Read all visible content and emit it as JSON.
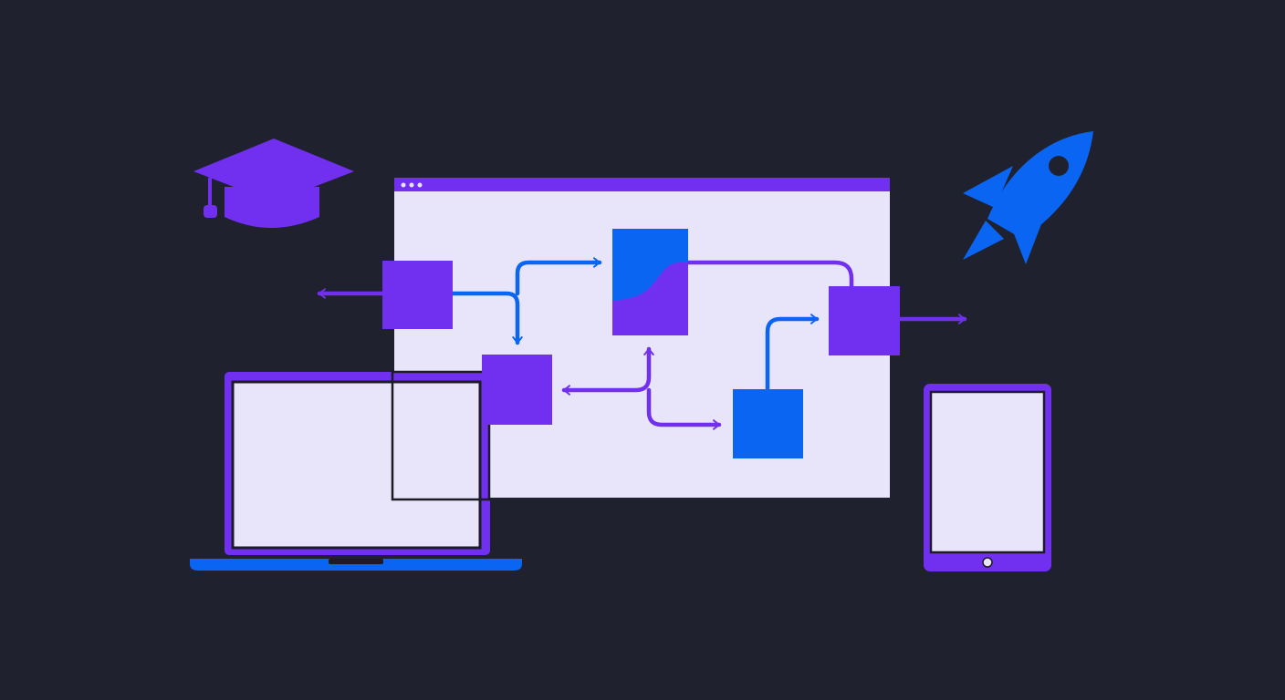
{
  "colors": {
    "background": "#1f212f",
    "panel": "#e8e4f9",
    "purple": "#7130f0",
    "blue": "#0a66f2",
    "outline": "#1c1b26"
  },
  "icons": {
    "cap": "graduation-cap-icon",
    "rocket": "rocket-icon",
    "laptop": "laptop-icon",
    "tablet": "tablet-icon",
    "window": "browser-window-icon"
  },
  "nodes": [
    {
      "id": "node-left",
      "color": "purple"
    },
    {
      "id": "node-center-low",
      "color": "purple"
    },
    {
      "id": "node-top",
      "color": "split"
    },
    {
      "id": "node-bottom-right",
      "color": "blue"
    },
    {
      "id": "node-right",
      "color": "purple"
    }
  ]
}
